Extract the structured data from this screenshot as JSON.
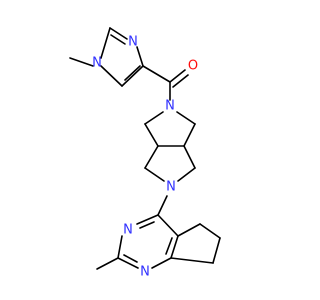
{
  "molecule": {
    "atoms": [
      {
        "label": "N",
        "color": "#3030ff"
      },
      {
        "label": "N",
        "color": "#3030ff"
      },
      {
        "label": "O",
        "color": "#ff0d0d"
      },
      {
        "label": "N",
        "color": "#3030ff"
      },
      {
        "label": "N",
        "color": "#3030ff"
      },
      {
        "label": "N",
        "color": "#3030ff"
      },
      {
        "label": "N",
        "color": "#3030ff"
      }
    ],
    "bond_color": "#000000"
  }
}
